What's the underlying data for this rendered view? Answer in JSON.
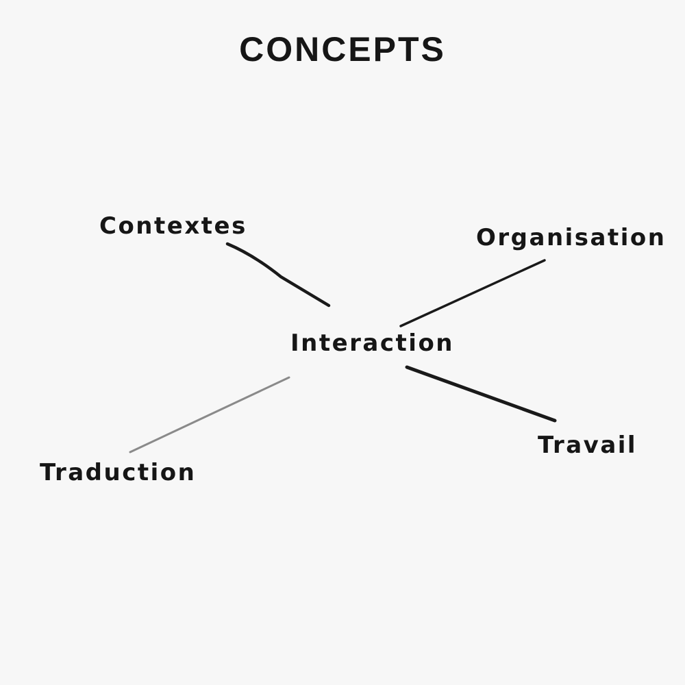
{
  "diagram": {
    "title": "CONCEPTS",
    "center": {
      "label": "Interaction"
    },
    "branches": [
      {
        "label": "Contextes"
      },
      {
        "label": "Organisation"
      },
      {
        "label": "Traduction"
      },
      {
        "label": "Travail"
      }
    ],
    "colors": {
      "background": "#f7f7f7",
      "text": "#161616",
      "line": "#1a1a1a",
      "line_light": "#8a8a8a"
    }
  }
}
